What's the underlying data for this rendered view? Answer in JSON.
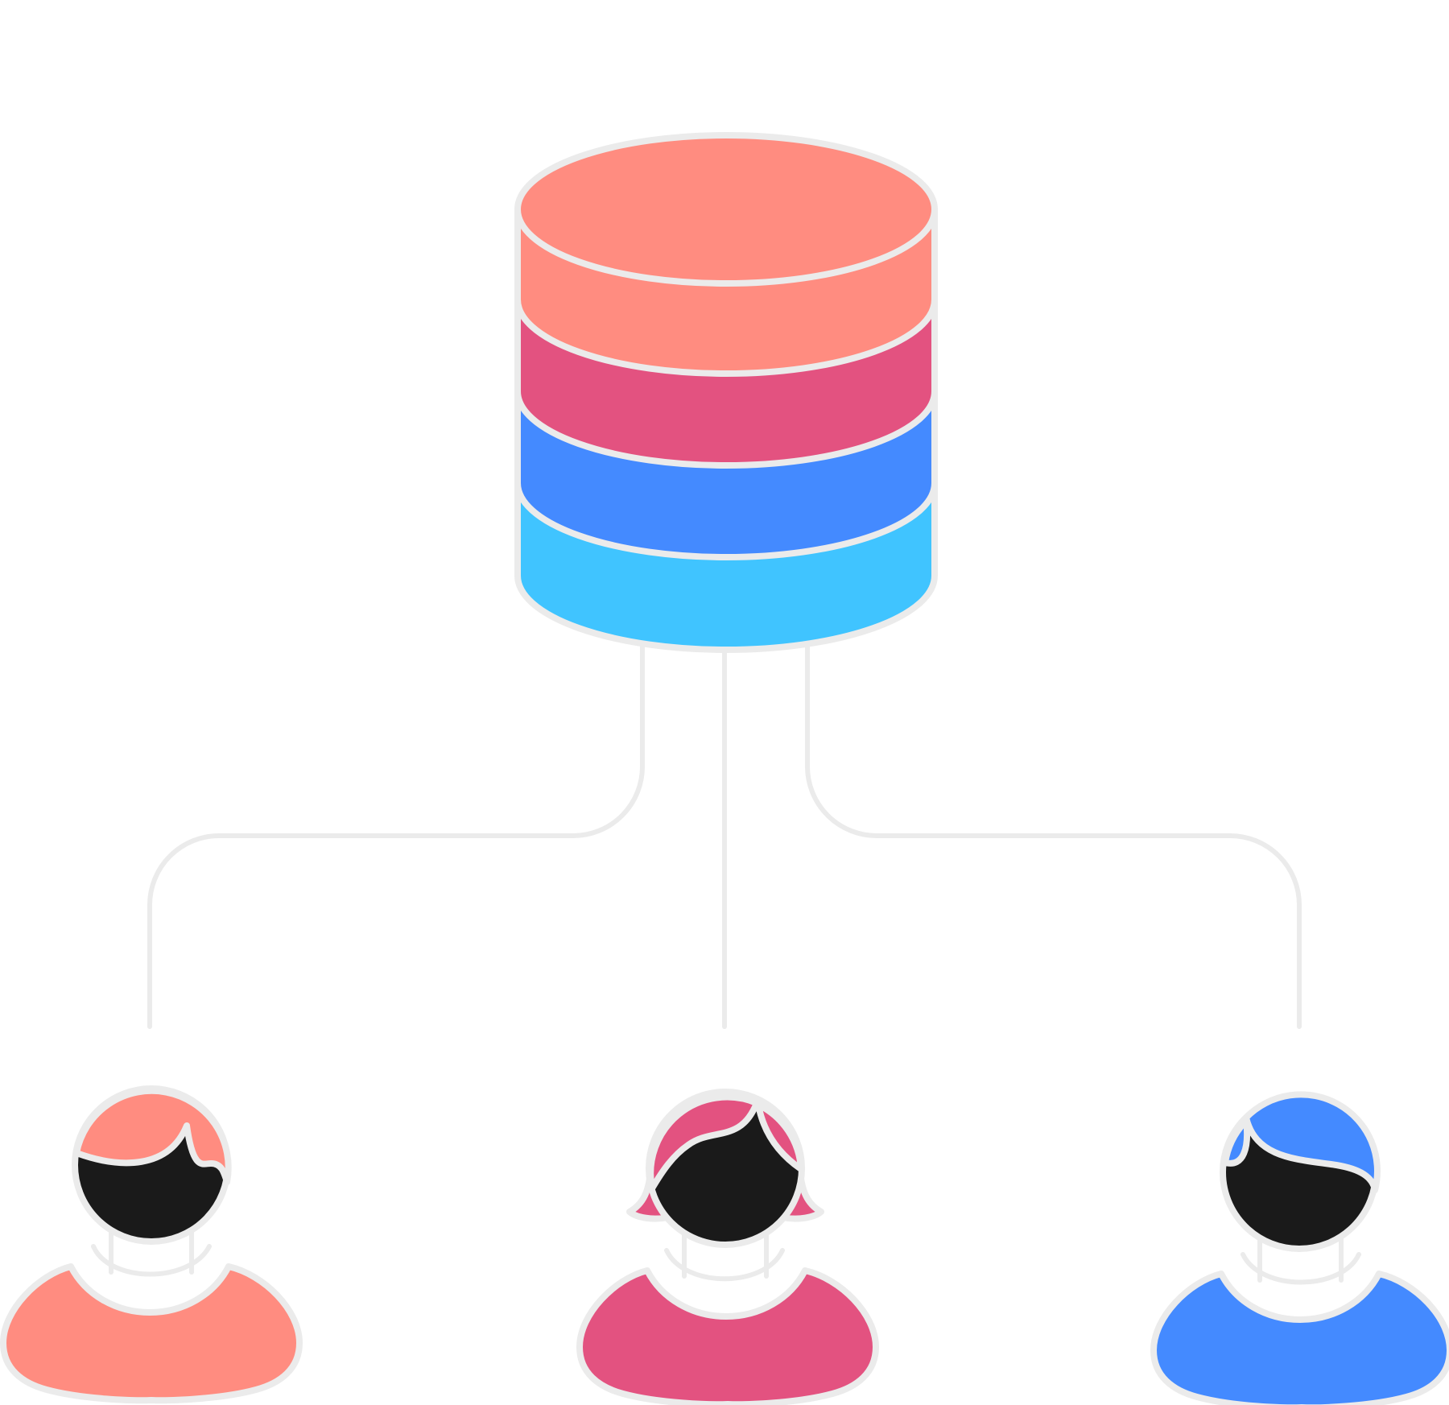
{
  "palette": {
    "outline": "#ebebeb",
    "hair": "#1a1a1a",
    "neck": "#ffffff"
  },
  "database": {
    "icon": "database-icon",
    "layers": [
      {
        "name": "layer-1",
        "color": "#ff8c80"
      },
      {
        "name": "layer-2",
        "color": "#e35280"
      },
      {
        "name": "layer-3",
        "color": "#448aff"
      },
      {
        "name": "layer-4",
        "color": "#40c4ff"
      }
    ],
    "top_color": "#ff8c80"
  },
  "users": [
    {
      "icon": "user-male-icon",
      "color": "#ff8c80"
    },
    {
      "icon": "user-female-icon",
      "color": "#e35280"
    },
    {
      "icon": "user-male-icon",
      "color": "#448aff"
    }
  ]
}
